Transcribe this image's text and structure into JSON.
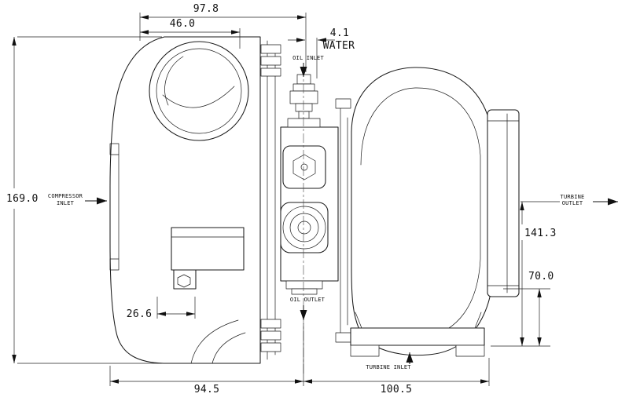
{
  "dimensions": {
    "top_overall": "97.8",
    "top_inner": "46.0",
    "water_offset": "4.1",
    "water_label": "WATER",
    "left_height": "169.0",
    "turbine_height": "141.3",
    "turbine_outlet_height": "70.0",
    "oil_offset": "26.6",
    "bottom_left": "94.5",
    "bottom_right": "100.5"
  },
  "labels": {
    "oil_inlet": "OIL INLET",
    "oil_outlet": "OIL OUTLET",
    "compressor_inlet_line1": "COMPRESSOR",
    "compressor_inlet_line2": "INLET",
    "turbine_outlet_line1": "TURBINE",
    "turbine_outlet_line2": "OUTLET",
    "turbine_inlet": "TURBINE INLET"
  }
}
